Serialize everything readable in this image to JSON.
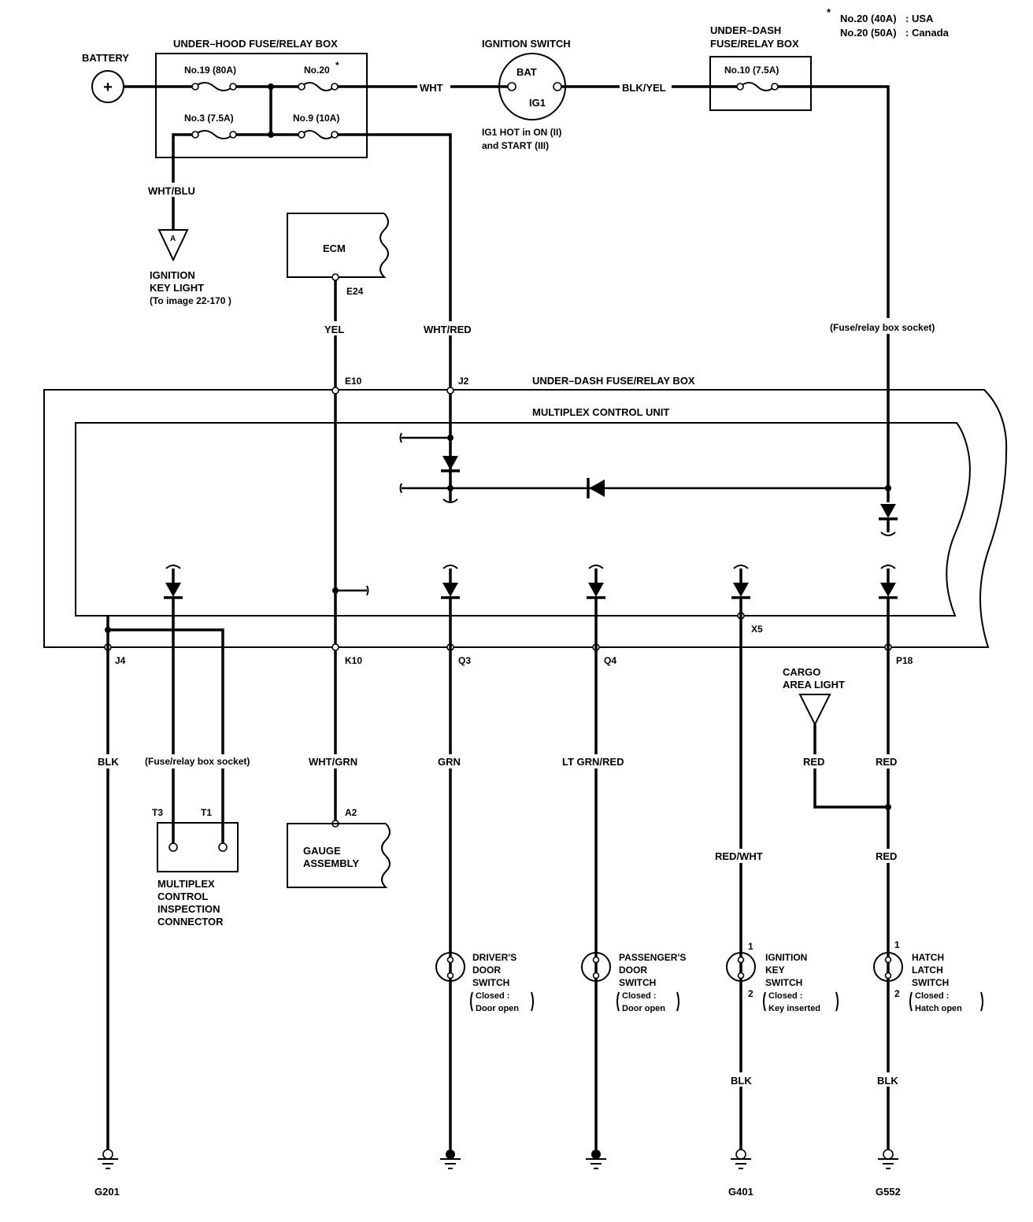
{
  "notes": {
    "asterisk": "*",
    "line1_fuse": "No.20 (40A)",
    "line1_region": ": USA",
    "line2_fuse": "No.20 (50A)",
    "line2_region": ": Canada"
  },
  "battery": {
    "label": "BATTERY",
    "symbol": "+"
  },
  "underhood_box": {
    "title": "UNDER–HOOD FUSE/RELAY BOX",
    "fuse19": "No.19 (80A)",
    "fuse20": "No.20",
    "fuse20_mark": "*",
    "fuse3": "No.3 (7.5A)",
    "fuse9": "No.9 (10A)"
  },
  "ignition_switch": {
    "title": "IGNITION SWITCH",
    "bat": "BAT",
    "ig1": "IG1",
    "note_line1": "IG1 HOT in ON (II)",
    "note_line2": "and START (III)"
  },
  "underdash_top": {
    "title_line1": "UNDER–DASH",
    "title_line2": "FUSE/RELAY BOX",
    "fuse10": "No.10 (7.5A)"
  },
  "wires": {
    "wht": "WHT",
    "blk_yel": "BLK/YEL",
    "wht_blu": "WHT/BLU",
    "yel": "YEL",
    "wht_red": "WHT/RED",
    "blk": "BLK",
    "wht_grn": "WHT/GRN",
    "grn": "GRN",
    "lt_grn_red": "LT GRN/RED",
    "red_cargo": "RED",
    "red_p18": "RED",
    "red_wht": "RED/WHT",
    "red_hatch": "RED",
    "blk_key": "BLK",
    "blk_hatch": "BLK"
  },
  "key_light": {
    "ref": "A",
    "line1": "IGNITION",
    "line2": "KEY LIGHT",
    "line3": "(To image 22-170 )"
  },
  "ecm": {
    "label": "ECM",
    "pin": "E24"
  },
  "socket_note": "(Fuse/relay box socket)",
  "socket_note_lower": "(Fuse/relay box socket)",
  "main_box": {
    "title": "UNDER–DASH FUSE/RELAY BOX",
    "inner_title": "MULTIPLEX CONTROL UNIT"
  },
  "pins": {
    "e10": "E10",
    "j2": "J2",
    "j4": "J4",
    "k10": "K10",
    "q3": "Q3",
    "q4": "Q4",
    "x5": "X5",
    "p18": "P18",
    "t3": "T3",
    "t1": "T1",
    "a2": "A2",
    "key_1": "1",
    "key_2": "2",
    "hatch_1": "1",
    "hatch_2": "2"
  },
  "cargo_light": {
    "line1": "CARGO",
    "line2": "AREA LIGHT"
  },
  "inspection_connector": {
    "line1": "MULTIPLEX",
    "line2": "CONTROL",
    "line3": "INSPECTION",
    "line4": "CONNECTOR"
  },
  "gauge": {
    "line1": "GAUGE",
    "line2": "ASSEMBLY"
  },
  "switches": {
    "driver": {
      "line1": "DRIVER'S",
      "line2": "DOOR",
      "line3": "SWITCH",
      "cond1": "Closed :",
      "cond2": "Door open"
    },
    "passenger": {
      "line1": "PASSENGER'S",
      "line2": "DOOR",
      "line3": "SWITCH",
      "cond1": "Closed :",
      "cond2": "Door open"
    },
    "ignition_key": {
      "line1": "IGNITION",
      "line2": "KEY",
      "line3": "SWITCH",
      "cond1": "Closed :",
      "cond2": "Key inserted"
    },
    "hatch": {
      "line1": "HATCH",
      "line2": "LATCH",
      "line3": "SWITCH",
      "cond1": "Closed :",
      "cond2": "Hatch open"
    }
  },
  "grounds": {
    "g201": "G201",
    "g401": "G401",
    "g552": "G552"
  }
}
